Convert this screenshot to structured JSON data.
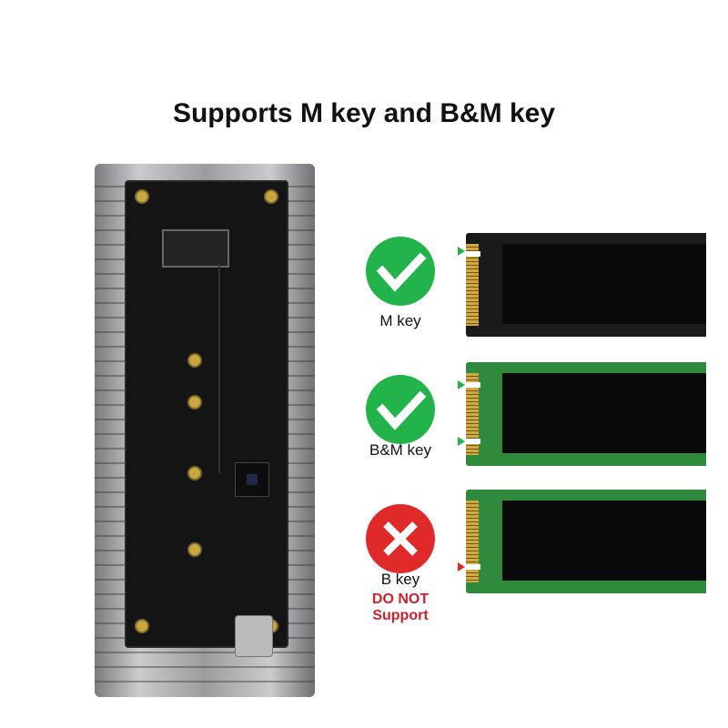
{
  "title": "Supports M key and B&M key",
  "options": [
    {
      "label": "M key",
      "status": "supported",
      "icon": "check-icon",
      "color": "#22b34a"
    },
    {
      "label": "B&M key",
      "status": "supported",
      "icon": "check-icon",
      "color": "#22b34a"
    },
    {
      "label": "B key",
      "status": "unsupported",
      "icon": "x-icon",
      "color": "#e02a2a",
      "warning_line1": "DO NOT",
      "warning_line2": "Support"
    }
  ]
}
